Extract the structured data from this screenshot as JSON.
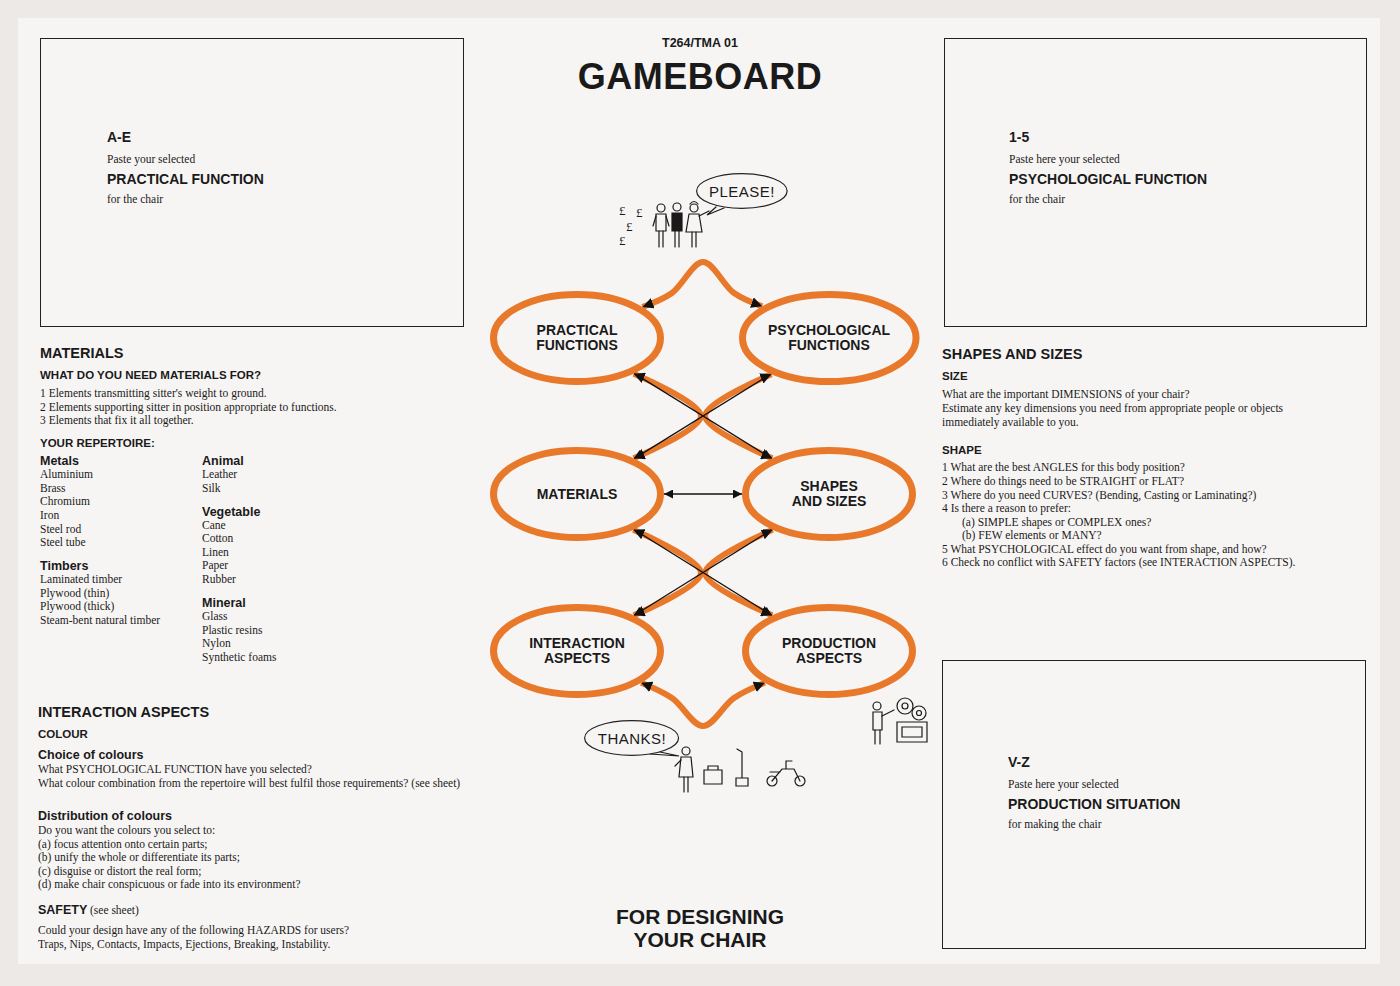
{
  "diagram": {
    "title": "GAMEBOARD",
    "caption": "FOR DESIGNING YOUR CHAIR",
    "nodes": [
      {
        "text": [
          "A-E",
          "Paste your selected",
          "PRACTICAL FUNCTION",
          "for the chair"
        ]
      },
      {
        "text": [
          "1-5",
          "Paste here your selected",
          "PSYCHOLOGICAL FUNCTION",
          "for the chair"
        ]
      },
      {
        "text": [
          "PLEASE!"
        ]
      },
      {
        "text": [
          "PRACTICAL FUNCTIONS"
        ]
      },
      {
        "text": [
          "PSYCHOLOGICAL FUNCTIONS"
        ]
      },
      {
        "text": [
          "MATERIALS"
        ]
      },
      {
        "text": [
          "SHAPES AND SIZES"
        ]
      },
      {
        "text": [
          "INTERACTION ASPECTS"
        ]
      },
      {
        "text": [
          "PRODUCTION ASPECTS"
        ]
      },
      {
        "text": [
          "THANKS!"
        ]
      },
      {
        "text": [
          "V-Z",
          "Paste here your selected",
          "PRODUCTION SITUATION",
          "for making the chair"
        ]
      }
    ],
    "edges": [
      {
        "from": 3,
        "to": 4,
        "arrow": "both"
      },
      {
        "from": 3,
        "to": 5,
        "arrow": "both"
      },
      {
        "from": 4,
        "to": 6,
        "arrow": "both"
      },
      {
        "from": 3,
        "to": 6,
        "arrow": "to"
      },
      {
        "from": 4,
        "to": 5,
        "arrow": "to"
      },
      {
        "from": 5,
        "to": 6,
        "arrow": "both"
      },
      {
        "from": 5,
        "to": 7,
        "arrow": "both"
      },
      {
        "from": 6,
        "to": 8,
        "arrow": "both"
      },
      {
        "from": 5,
        "to": 8,
        "arrow": "to"
      },
      {
        "from": 6,
        "to": 7,
        "arrow": "to"
      },
      {
        "from": 7,
        "to": 8,
        "arrow": "both"
      }
    ],
    "labels": [
      "T264/TMA 01",
      "£",
      "£",
      "£",
      "£",
      "MATERIALS",
      "WHAT DO YOU NEED MATERIALS FOR?",
      "1 Elements transmitting sitter's weight to ground.",
      "2 Elements supporting sitter in position appropriate to functions.",
      "3 Elements that fix it all together.",
      "YOUR REPERTOIRE:",
      "Metals",
      "Aluminium",
      "Brass",
      "Chromium",
      "Iron",
      "Steel rod",
      "Steel tube",
      "Timbers",
      "Laminated timber",
      "Plywood (thin)",
      "Plywood (thick)",
      "Steam-bent natural timber",
      "Animal",
      "Leather",
      "Silk",
      "Vegetable",
      "Cane",
      "Cotton",
      "Linen",
      "Paper",
      "Rubber",
      "Mineral",
      "Glass",
      "Plastic resins",
      "Nylon",
      "Synthetic foams",
      "SHAPES AND SIZES",
      "SIZE",
      "What are the important DIMENSIONS of your chair?",
      "Estimate any key dimensions you need from appropriate people or objects immediately available to you.",
      "SHAPE",
      "1 What are the best ANGLES for this body position?",
      "2 Where do things need to be STRAIGHT or FLAT?",
      "3 Where do you need CURVES? (Bending, Casting or Laminating?)",
      "4 Is there a reason to prefer:",
      "(a) SIMPLE shapes or COMPLEX ones?",
      "(b) FEW elements or MANY?",
      "5 What PSYCHOLOGICAL effect do you want from shape, and how?",
      "6 Check no conflict with SAFETY factors (see INTERACTION ASPECTS).",
      "INTERACTION ASPECTS",
      "COLOUR",
      "Choice of colours",
      "What PSYCHOLOGICAL FUNCTION have you selected?",
      "What colour combination from the repertoire will best fulfil those requirements? (see sheet)",
      "Distribution of colours",
      "Do you want the colours you select to:",
      "(a) focus attention onto certain parts;",
      "(b) unify the whole or differentiate its parts;",
      "(c) disguise or distort the real form;",
      "(d) make chair conspicuous or fade into its environment?",
      "SAFETY",
      "(see sheet)",
      "Could your design have any of the following HAZARDS for users?",
      "Traps, Nips, Contacts, Impacts, Ejections, Breaking, Instability."
    ]
  }
}
